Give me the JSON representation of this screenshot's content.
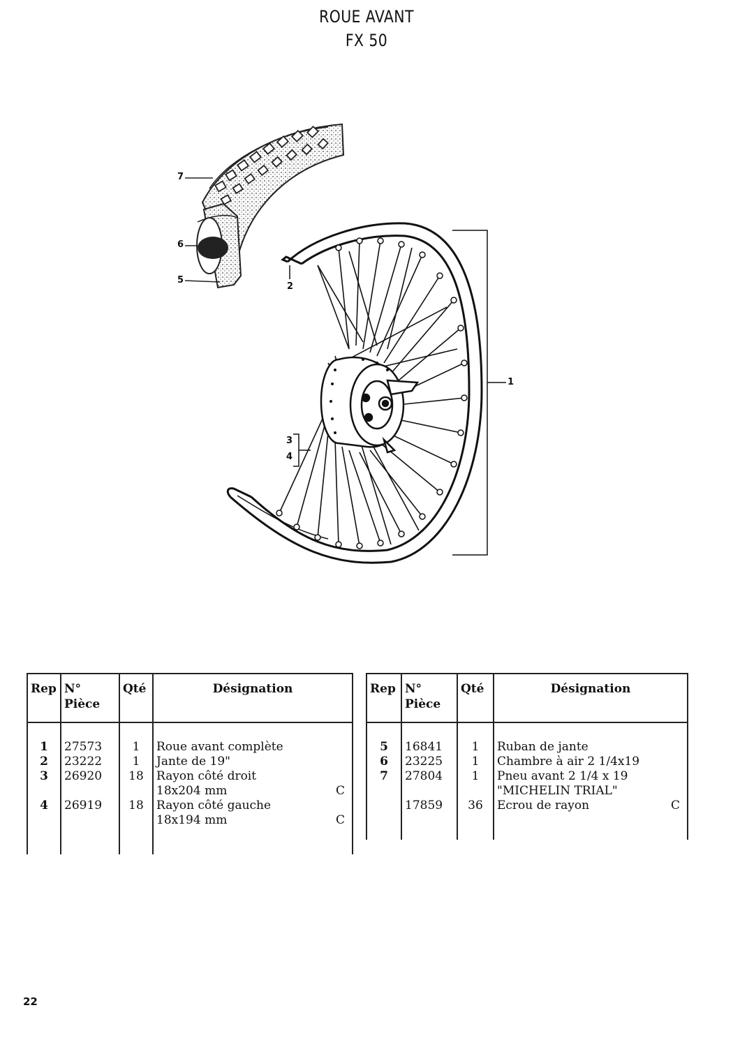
{
  "page": {
    "title": "ROUE AVANT",
    "subtitle": "FX 50",
    "page_number": "22"
  },
  "callouts": {
    "c1": "1",
    "c2": "2",
    "c3": "3",
    "c4": "4",
    "c5": "5",
    "c6": "6",
    "c7": "7"
  },
  "table": {
    "headers": {
      "rep": "Rep",
      "piece_line1": "N°",
      "piece_line2": "Pièce",
      "qte": "Qté",
      "designation": "Désignation"
    },
    "left_rows": [
      {
        "rep": "1",
        "piece": "27573",
        "qte": "1",
        "designation": "Roue avant complète",
        "flag": ""
      },
      {
        "rep": "2",
        "piece": "23222",
        "qte": "1",
        "designation": "Jante de 19\"",
        "flag": ""
      },
      {
        "rep": "3",
        "piece": "26920",
        "qte": "18",
        "designation": "Rayon côté droit",
        "flag": ""
      },
      {
        "rep": "",
        "piece": "",
        "qte": "",
        "designation": "18x204 mm",
        "flag": "C"
      },
      {
        "rep": "4",
        "piece": "26919",
        "qte": "18",
        "designation": "Rayon côté gauche",
        "flag": ""
      },
      {
        "rep": "",
        "piece": "",
        "qte": "",
        "designation": "18x194 mm",
        "flag": "C"
      }
    ],
    "right_rows": [
      {
        "rep": "5",
        "piece": "16841",
        "qte": "1",
        "designation": "Ruban de jante",
        "flag": ""
      },
      {
        "rep": "6",
        "piece": "23225",
        "qte": "1",
        "designation": "Chambre à air 2 1/4x19",
        "flag": ""
      },
      {
        "rep": "7",
        "piece": "27804",
        "qte": "1",
        "designation": "Pneu avant 2 1/4 x 19",
        "flag": ""
      },
      {
        "rep": "",
        "piece": "",
        "qte": "",
        "designation": "\"MICHELIN TRIAL\"",
        "flag": ""
      },
      {
        "rep": "",
        "piece": "17859",
        "qte": "36",
        "designation": "Ecrou de rayon",
        "flag": "C"
      }
    ]
  }
}
